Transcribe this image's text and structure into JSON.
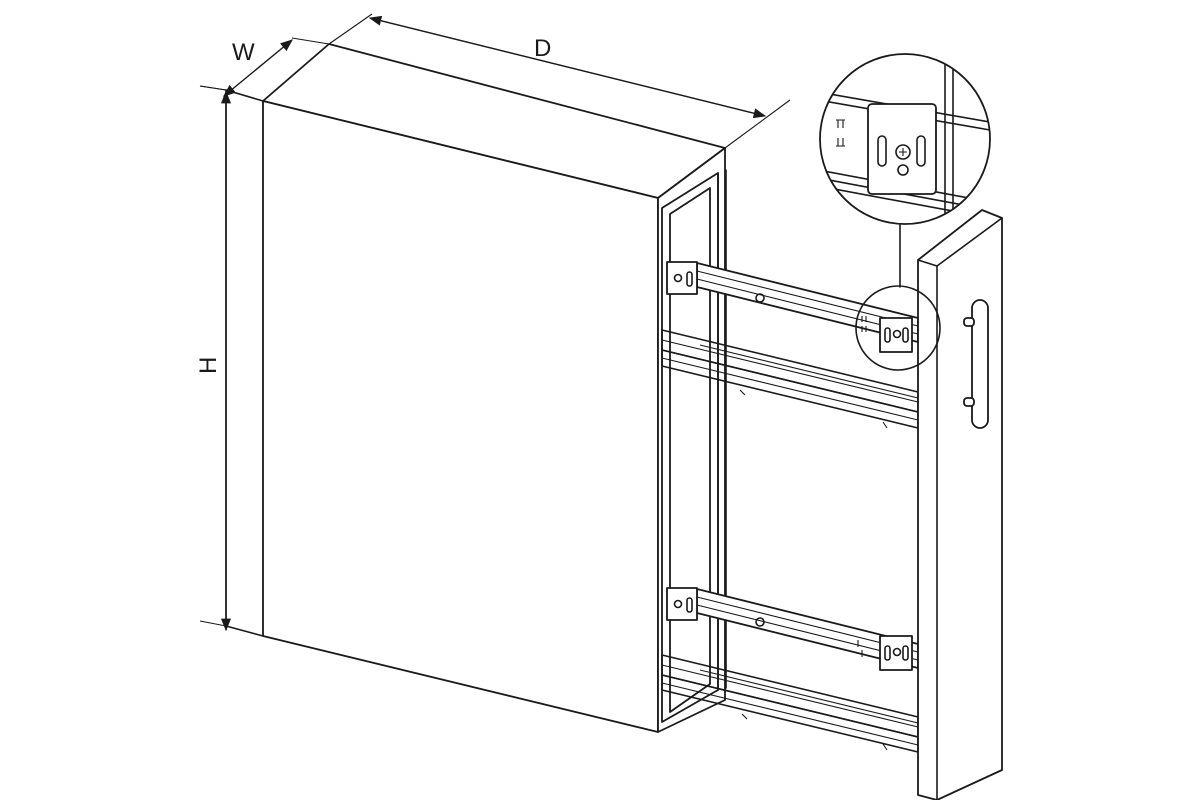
{
  "dimensions": {
    "width_label": "W",
    "depth_label": "D",
    "height_label": "H"
  },
  "parts": [
    {
      "name": "cabinet-body-icon"
    },
    {
      "name": "pull-out-frame-icon"
    },
    {
      "name": "front-panel-icon"
    },
    {
      "name": "door-handle-icon"
    },
    {
      "name": "slide-rail-top-icon"
    },
    {
      "name": "slide-rail-bottom-icon"
    },
    {
      "name": "detail-magnifier-icon"
    }
  ]
}
